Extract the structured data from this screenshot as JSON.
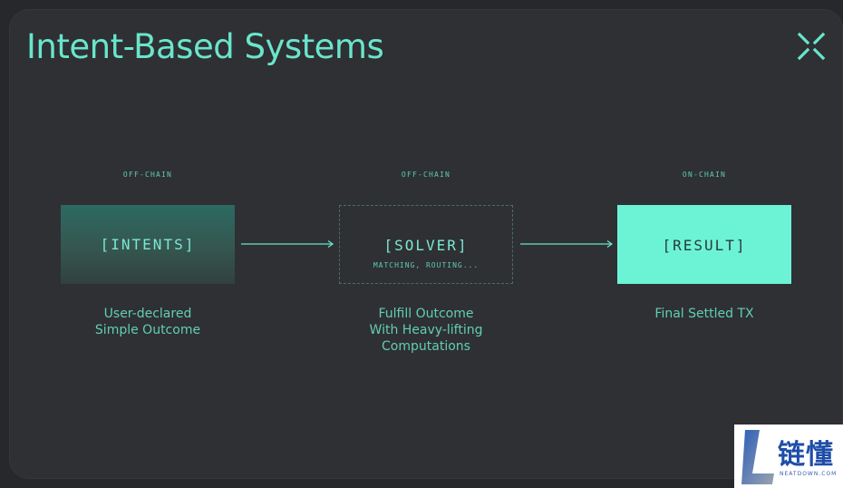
{
  "title": "Intent-Based Systems",
  "colors": {
    "accent": "#6ae5cc",
    "background": "#2e3034",
    "result_fill": "#6cf3d6",
    "intents_fill": "#2c6a62"
  },
  "icons": {
    "logo": "x-chevrons-icon",
    "arrow": "arrow-right-icon"
  },
  "stages": [
    {
      "tag": "OFF-CHAIN",
      "label": "[INTENTS]",
      "sublabel": "",
      "desc": [
        "User-declared",
        "Simple Outcome"
      ]
    },
    {
      "tag": "OFF-CHAIN",
      "label": "[SOLVER]",
      "sublabel": "MATCHING, ROUTING...",
      "desc": [
        "Fulfill Outcome",
        "With Heavy-lifting",
        "Computations"
      ]
    },
    {
      "tag": "ON-CHAIN",
      "label": "[RESULT]",
      "sublabel": "",
      "desc": [
        "Final Settled TX"
      ]
    }
  ],
  "watermark": {
    "chinese": "链懂",
    "english": "NEATDOWN.COM"
  }
}
